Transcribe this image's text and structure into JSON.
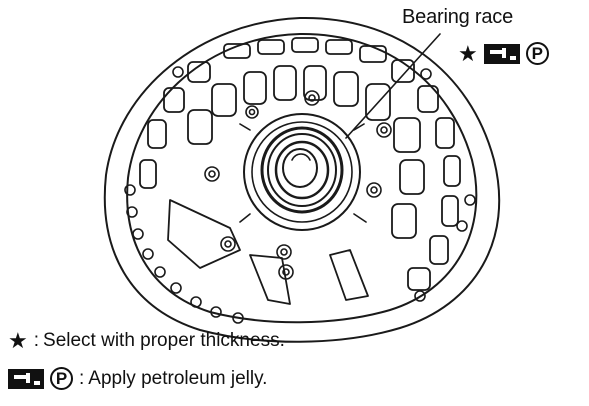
{
  "callout": {
    "label": "Bearing race",
    "star": "★",
    "p": "P"
  },
  "legend": [
    {
      "symbol": "★",
      "separator": ":",
      "text": "Select with proper thickness."
    },
    {
      "symbol_icon": "petroleum-jelly-tool-icon",
      "p": "P",
      "separator": ":",
      "text": "Apply petroleum jelly."
    }
  ],
  "colors": {
    "ink": "#111111",
    "background": "#ffffff"
  }
}
